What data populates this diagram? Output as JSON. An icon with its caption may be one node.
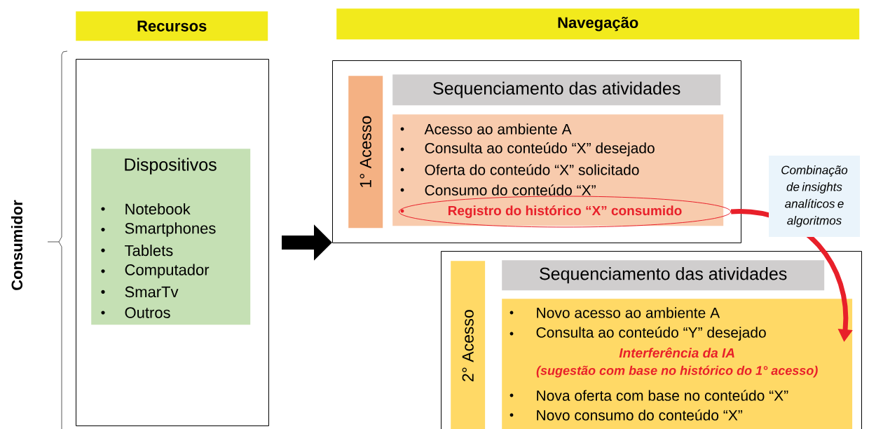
{
  "diagram": {
    "nodes": [
      {
        "text": [
          "Recursos"
        ]
      },
      {
        "text": [
          "Navegação"
        ]
      },
      {
        "text": [],
        "shape": "box"
      },
      {
        "text": [
          "Dispositivos",
          "Notebook",
          "Smartphones",
          "Tablets",
          "Computador",
          "SmarTv",
          "Outros"
        ],
        "in": 2
      },
      {
        "text": [],
        "shape": "box"
      },
      {
        "text": [
          "1° Acesso"
        ],
        "in": 4
      },
      {
        "text": [
          "Sequenciamento das atividades"
        ],
        "in": 4
      },
      {
        "text": [
          "Acesso ao ambiente A",
          "Consulta ao conteúdo “X” desejado",
          "Oferta do conteúdo “X” solicitado",
          "Consumo do conteúdo “X”"
        ],
        "in": 4
      },
      {
        "text": [
          "Registro do histórico “X” consumido"
        ],
        "in": 7
      },
      {
        "text": [],
        "shape": "box"
      },
      {
        "text": [
          "2° Acesso"
        ],
        "in": 9
      },
      {
        "text": [
          "Sequenciamento das atividades"
        ],
        "in": 9
      },
      {
        "text": [
          "Novo acesso ao ambiente A",
          "Consulta ao conteúdo “Y” desejado",
          "Nova oferta com base no conteúdo “X”",
          "Novo consumo do conteúdo “X”"
        ],
        "in": 9
      },
      {
        "text": [
          "Interferência da IA",
          "(sugestão com base no histórico do 1° acesso)"
        ],
        "in": 12
      }
    ],
    "edges": [
      {
        "from": 2,
        "to": 4,
        "arrow": "to",
        "style": "thick"
      },
      {
        "from": 8,
        "to": 13,
        "arrow": "to",
        "color": "#e8202a",
        "label": "Combinação de insights analíticos e algoritmos"
      }
    ],
    "labels": [
      "Consumidor"
    ]
  }
}
